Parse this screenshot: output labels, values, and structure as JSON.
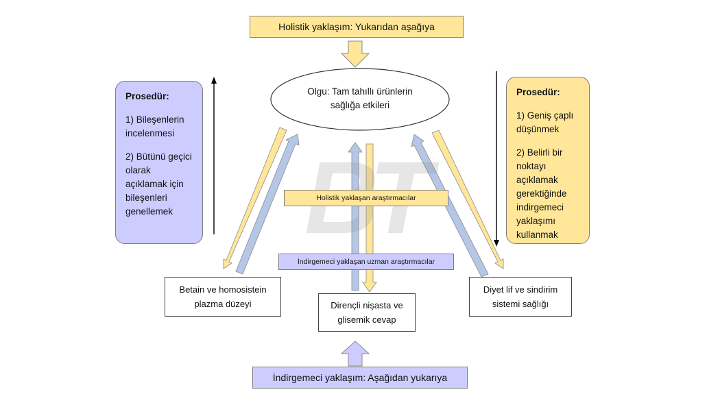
{
  "top_banner": "Holistik yaklaşım: Yukarıdan aşağıya",
  "bottom_banner": "İndirgemeci yaklaşım: Aşağıdan yukarıya",
  "center_ellipse": {
    "line1": "Olgu: Tam tahıllı ürünlerin",
    "line2": "sağlığa etkileri"
  },
  "left_procedure": {
    "heading": "Prosedür:",
    "items": [
      "1) Bileşenlerin incelenmesi",
      "2) Bütünü geçici olarak açıklamak için bileşenleri genellemek"
    ]
  },
  "right_procedure": {
    "heading": "Prosedür:",
    "items": [
      "1) Geniş çaplı düşünmek",
      "2) Belirli bir noktayı açıklamak gerektiğinde indirgemeci yaklaşımı kullanmak"
    ]
  },
  "mid_labels": {
    "holistic": "Holistik yaklaşan araştırmacılar",
    "reductionist": "İndirgemeci yaklaşan uzman araştırmacılar"
  },
  "leaf_boxes": {
    "left": {
      "line1": "Betain ve homosistein",
      "line2": "plazma düzeyi"
    },
    "center": {
      "line1": "Dirençli nişasta ve",
      "line2": "glisemik cevap"
    },
    "right": {
      "line1": "Diyet lif ve sindirim",
      "line2": "sistemi sağlığı"
    }
  },
  "watermark": "BT",
  "colors": {
    "yellow_fill": "#ffe699",
    "purple_fill": "#ccccff",
    "arrow_yellow": "#ffe699",
    "arrow_purple": "#b4c7e7",
    "outline": "#7f7f7f"
  }
}
